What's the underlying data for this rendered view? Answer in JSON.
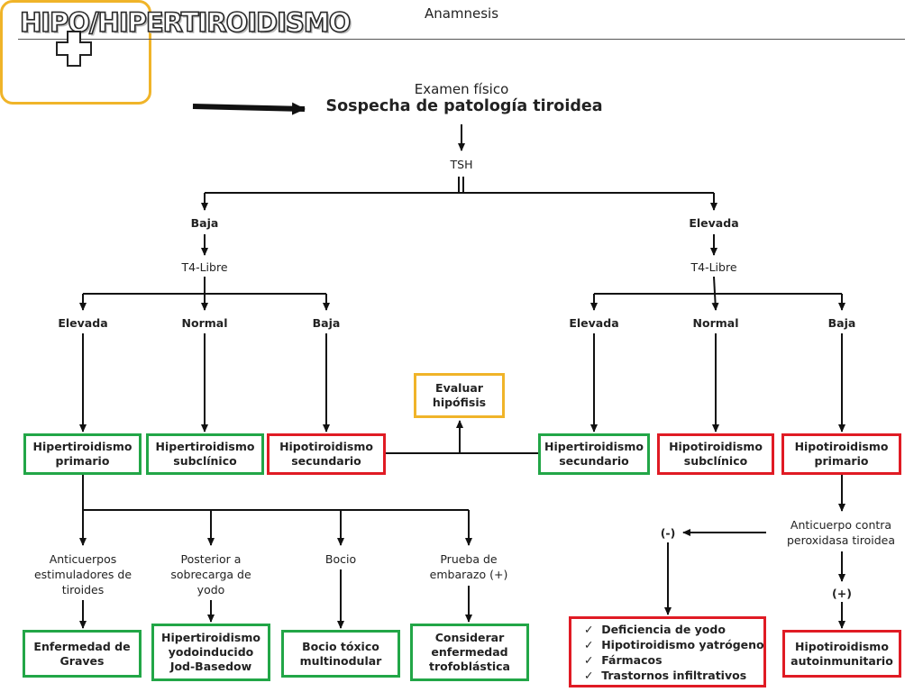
{
  "title": "HIPO/HIPERTIROIDISMO",
  "start": {
    "top": "Anamnesis",
    "bottom": "Examen físico"
  },
  "suspicion": "Sospecha de patología tiroidea",
  "tsh": "TSH",
  "tsh_results": {
    "low": "Baja",
    "high": "Elevada"
  },
  "t4": {
    "left": "T4-Libre",
    "right": "T4-Libre"
  },
  "left_t4_results": [
    "Elevada",
    "Normal",
    "Baja"
  ],
  "right_t4_results": [
    "Elevada",
    "Normal",
    "Baja"
  ],
  "evaluar": [
    "Evaluar",
    "hipófisis"
  ],
  "diagnoses": {
    "hiper_primario": [
      "Hipertiroidismo",
      "primario"
    ],
    "hiper_subclinico": [
      "Hipertiroidismo",
      "subclínico"
    ],
    "hipo_secundario": [
      "Hipotiroidismo",
      "secundario"
    ],
    "hiper_secundario": [
      "Hipertiroidismo",
      "secundario"
    ],
    "hipo_subclinico": [
      "Hipotiroidismo",
      "subclínico"
    ],
    "hipo_primario": [
      "Hipotiroidismo",
      "primario"
    ]
  },
  "causes": [
    [
      "Anticuerpos",
      "estimuladores de",
      "tiroides"
    ],
    [
      "Posterior a",
      "sobrecarga de",
      "yodo"
    ],
    [
      "Bocio"
    ],
    [
      "Prueba de",
      "embarazo (+)"
    ]
  ],
  "outcomes": [
    [
      "Enfermedad de",
      "Graves"
    ],
    [
      "Hipertiroidismo",
      "yodoinducido",
      "Jod-Basedow"
    ],
    [
      "Bocio tóxico",
      "multinodular"
    ],
    [
      "Considerar",
      "enfermedad",
      "trofoblástica"
    ]
  ],
  "antibody": [
    "Anticuerpo contra",
    "peroxidasa tiroidea"
  ],
  "neg": "(-)",
  "pos": "(+)",
  "neg_list": [
    "Deficiencia de yodo",
    "Hipotiroidismo yatrógeno",
    "Fármacos",
    "Trastornos infiltrativos"
  ],
  "autoimmune": [
    "Hipotiroidismo",
    "autoinmunitario"
  ],
  "colors": {
    "green": "#22a647",
    "red": "#e01b24",
    "yellow": "#f0b429",
    "line": "#111111"
  },
  "icons": {
    "cross": "plus-outline-icon",
    "check": "checkmark-icon"
  }
}
